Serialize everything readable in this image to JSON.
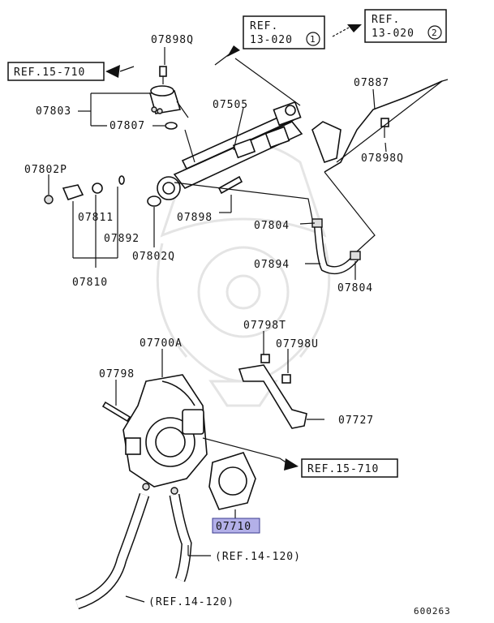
{
  "diagram": {
    "highlight_color": "#b3b0e8",
    "figure_number": "600263",
    "refs": {
      "ref_15_710_top": "REF.15-710",
      "ref_13_020_1_line1": "REF.",
      "ref_13_020_1_line2": "13-020",
      "ref_13_020_1_circle": "1",
      "ref_13_020_2_line1": "REF.",
      "ref_13_020_2_line2": "13-020",
      "ref_13_020_2_circle": "2",
      "ref_15_710_mid": "REF.15-710",
      "ref_14_120_a": "(REF.14-120)",
      "ref_14_120_b": "(REF.14-120)"
    },
    "parts": {
      "p07898Q_a": "07898Q",
      "p07803": "07803",
      "p07807": "07807",
      "p07505": "07505",
      "p07887": "07887",
      "p07898Q_b": "07898Q",
      "p07802P": "07802P",
      "p07811": "07811",
      "p07892": "07892",
      "p07810": "07810",
      "p07802Q": "07802Q",
      "p07898": "07898",
      "p07804_a": "07804",
      "p07894": "07894",
      "p07804_b": "07804",
      "p07798T": "07798T",
      "p07798U": "07798U",
      "p07700A": "07700A",
      "p07798": "07798",
      "p07727": "07727",
      "p07710": "07710"
    }
  }
}
